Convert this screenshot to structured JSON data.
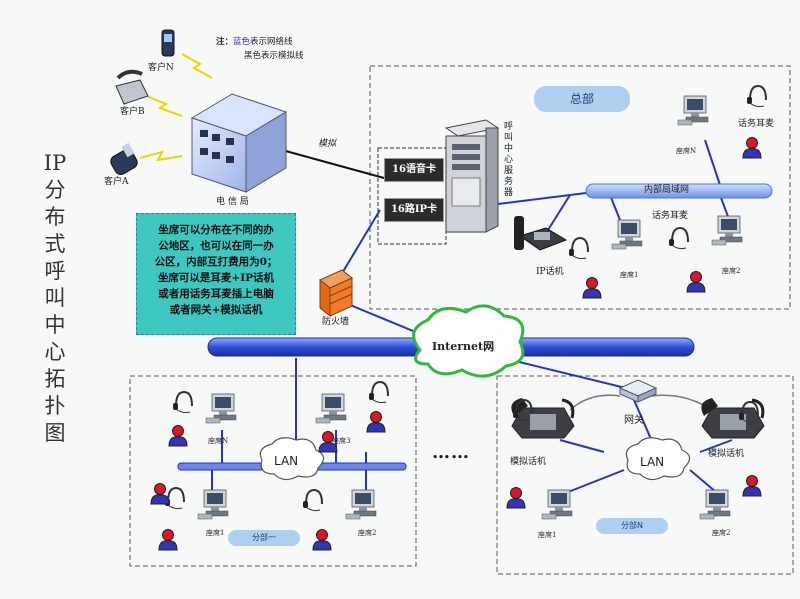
{
  "title_chars": [
    "IP",
    "分",
    "布",
    "式",
    "呼",
    "叫",
    "中",
    "心",
    "拓",
    "扑",
    "图"
  ],
  "legend": {
    "prefix": "注：",
    "blue_word": "蓝色",
    "blue_rest": "表示网络线",
    "black_line": "黑色表示模拟线"
  },
  "customers": {
    "n": "客户N",
    "b": "客户B",
    "a": "客户A"
  },
  "telecom": "电 信 局",
  "moni": "模拟",
  "hq": "总部",
  "cards": [
    "16语音卡",
    "16路IP卡"
  ],
  "server_chars": [
    "呼",
    "叫",
    "中",
    "心",
    "服",
    "务",
    "器"
  ],
  "hq_lan": "内部局域网",
  "headset": "话务耳麦",
  "ip_phone": "IP话机",
  "seat1": "座席1",
  "seat2": "座席2",
  "seat_n": "座席N",
  "seat3": "座席3",
  "firewall": "防火墙",
  "internet": "Internet网",
  "note": [
    "坐席可以分布在不同的办",
    "公地区，也可以在同一办",
    "公区，内部互打费用为0；",
    "坐席可以是耳麦+IP话机",
    "或者用话务耳麦插上电脑",
    "或者网关+模拟话机"
  ],
  "lan": "LAN",
  "branch1": "分部一",
  "branchn": "分部N",
  "gateway": "网关",
  "analog_phone": "模拟话机",
  "ellipsis": "……",
  "colors": {
    "network": "#2632c8",
    "pipe": "#4a72e0",
    "note_bg": "#3ec6c0",
    "person": "#d8162b"
  }
}
